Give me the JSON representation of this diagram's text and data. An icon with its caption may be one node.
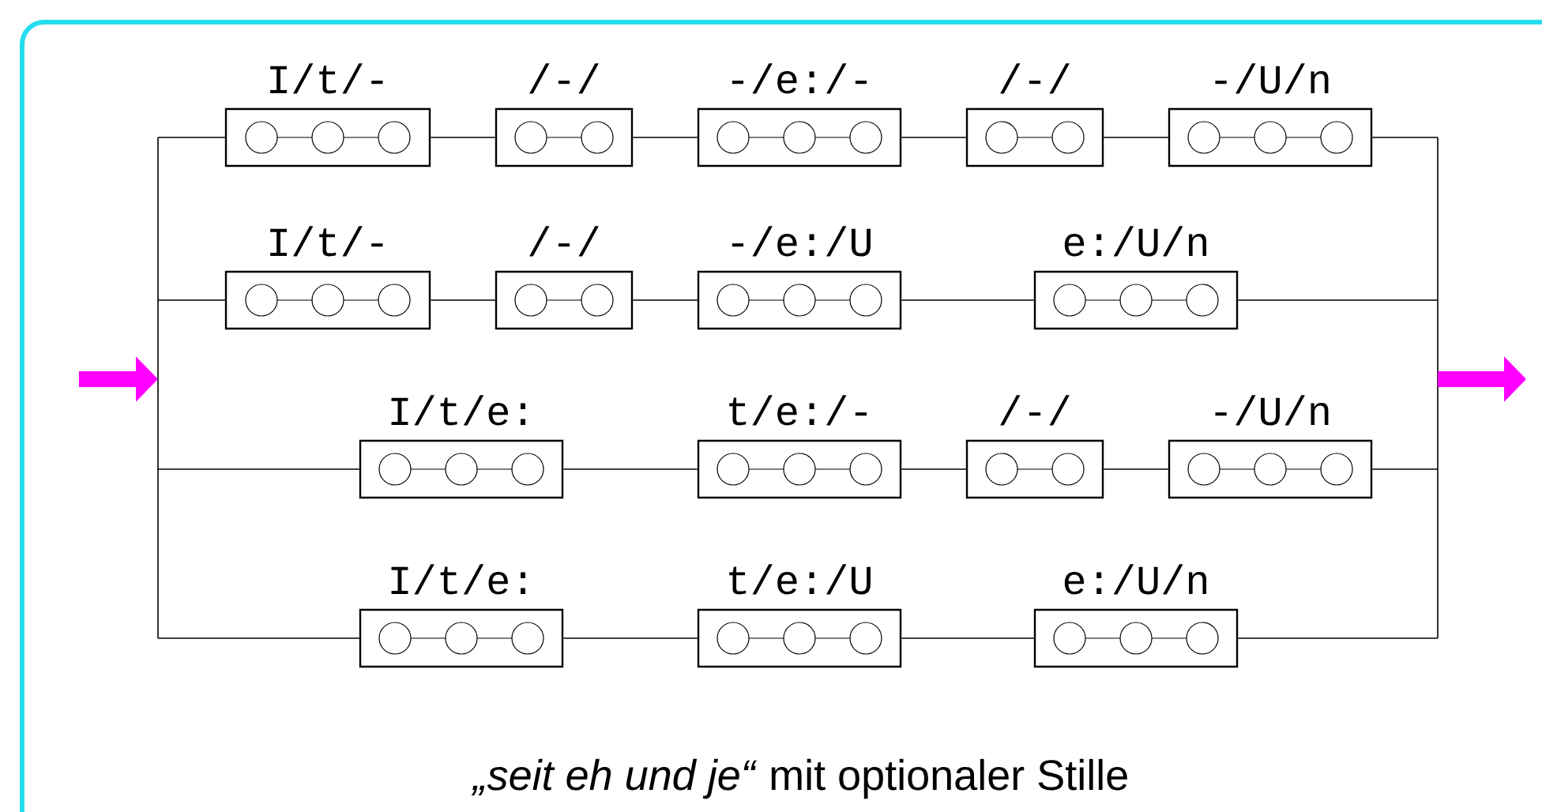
{
  "diagram": {
    "caption": "*„seit eh und je“* mit optionaler Stille",
    "nodes": [
      {
        "text": [
          "I/t/-"
        ]
      },
      {
        "text": [
          "/-/"
        ]
      },
      {
        "text": [
          "-/e:/-"
        ]
      },
      {
        "text": [
          "/-/"
        ]
      },
      {
        "text": [
          "-/U/n"
        ]
      },
      {
        "text": [
          "I/t/-"
        ]
      },
      {
        "text": [
          "/-/"
        ]
      },
      {
        "text": [
          "-/e:/U"
        ]
      },
      {
        "text": [
          "e:/U/n"
        ]
      },
      {
        "text": [
          "I/t/e:"
        ]
      },
      {
        "text": [
          "t/e:/-"
        ]
      },
      {
        "text": [
          "/-/"
        ]
      },
      {
        "text": [
          "-/U/n"
        ]
      },
      {
        "text": [
          "I/t/e:"
        ]
      },
      {
        "text": [
          "t/e:/U"
        ]
      },
      {
        "text": [
          "e:/U/n"
        ]
      },
      {
        "text": [],
        "shape": "bar"
      },
      {
        "text": [],
        "shape": "bar"
      }
    ],
    "edges": [
      {
        "from": 0,
        "to": 1,
        "arrow": "none"
      },
      {
        "from": 1,
        "to": 2,
        "arrow": "none"
      },
      {
        "from": 2,
        "to": 3,
        "arrow": "none"
      },
      {
        "from": 3,
        "to": 4,
        "arrow": "none"
      },
      {
        "from": 5,
        "to": 6,
        "arrow": "none"
      },
      {
        "from": 6,
        "to": 7,
        "arrow": "none"
      },
      {
        "from": 7,
        "to": 8,
        "arrow": "none"
      },
      {
        "from": 9,
        "to": 10,
        "arrow": "none"
      },
      {
        "from": 10,
        "to": 11,
        "arrow": "none"
      },
      {
        "from": 11,
        "to": 12,
        "arrow": "none"
      },
      {
        "from": 13,
        "to": 14,
        "arrow": "none"
      },
      {
        "from": 14,
        "to": 15,
        "arrow": "none"
      },
      {
        "from": 16,
        "to": 0,
        "arrow": "none"
      },
      {
        "from": 16,
        "to": 5,
        "arrow": "none"
      },
      {
        "from": 16,
        "to": 9,
        "arrow": "none"
      },
      {
        "from": 16,
        "to": 13,
        "arrow": "none"
      },
      {
        "from": 4,
        "to": 17,
        "arrow": "none"
      },
      {
        "from": 8,
        "to": 17,
        "arrow": "none"
      },
      {
        "from": 12,
        "to": 17,
        "arrow": "none"
      },
      {
        "from": 15,
        "to": 17,
        "arrow": "none"
      },
      {
        "from": null,
        "to": 16,
        "arrow": "to",
        "style": "thick",
        "color": "#ff00ff"
      },
      {
        "from": 17,
        "to": null,
        "arrow": "to",
        "style": "thick",
        "color": "#ff00ff"
      }
    ]
  }
}
